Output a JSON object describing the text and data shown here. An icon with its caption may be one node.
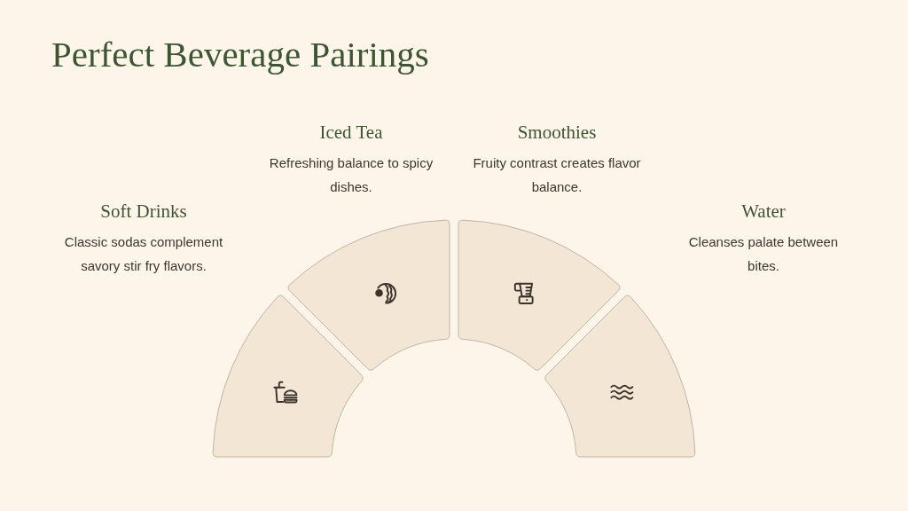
{
  "diagram": {
    "title": "Perfect Beverage Pairings",
    "nodes": [
      {
        "text": [],
        "shape": "sector",
        "beside": [
          "Soft Drinks",
          "Classic sodas complement savory stir fry flavors."
        ]
      },
      {
        "text": [],
        "shape": "sector",
        "beside": [
          "Iced Tea",
          "Refreshing balance to spicy dishes."
        ]
      },
      {
        "text": [],
        "shape": "sector",
        "beside": [
          "Smoothies",
          "Fruity contrast creates flavor balance."
        ]
      },
      {
        "text": [],
        "shape": "sector",
        "beside": [
          "Water",
          "Cleanses palate between bites."
        ]
      }
    ]
  }
}
